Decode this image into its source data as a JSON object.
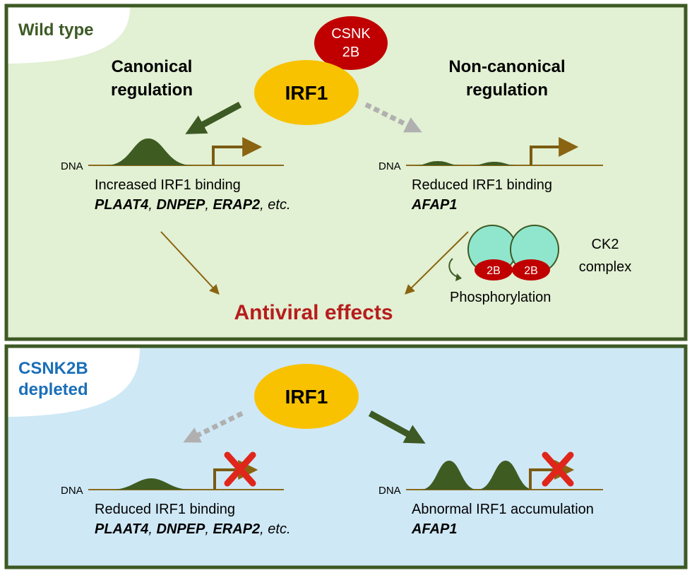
{
  "colors": {
    "frame": "#3d5a24",
    "wild_bg": "#e2f0d3",
    "depleted_bg": "#cfe8f6",
    "irf1_fill": "#f8c200",
    "csnk_fill": "#c00000",
    "peak_fill": "#3e5b22",
    "promoter": "#7a5b12",
    "dashed_arrow": "#b0b0b0",
    "ck2_body": "#8fe6cd",
    "red_text": "#b71c1c",
    "blue_text": "#1b6fb8",
    "cross": "#e0251b"
  },
  "wild": {
    "tag": "Wild type",
    "csnk_line1": "CSNK",
    "csnk_line2": "2B",
    "irf1": "IRF1",
    "canonical_line1": "Canonical",
    "canonical_line2": "regulation",
    "noncanonical_line1": "Non-canonical",
    "noncanonical_line2": "regulation",
    "dna": "DNA",
    "left_binding": "Increased IRF1 binding",
    "genes_left_1": "PLAAT4",
    "genes_sep": ", ",
    "genes_left_2": "DNPEP",
    "genes_left_3": "ERAP2",
    "genes_etc": ", etc.",
    "right_binding": "Reduced IRF1 binding",
    "gene_right": "AFAP1",
    "ck2_line1": "CK2",
    "ck2_line2": "complex",
    "subunit": "2B",
    "phosphorylation": "Phosphorylation",
    "antiviral": "Antiviral effects"
  },
  "depleted": {
    "tag_line1": "CSNK2B",
    "tag_line2": "depleted",
    "irf1": "IRF1",
    "dna": "DNA",
    "left_binding": "Reduced IRF1 binding",
    "genes_left_1": "PLAAT4",
    "genes_sep": ", ",
    "genes_left_2": "DNPEP",
    "genes_left_3": "ERAP2",
    "genes_etc": ", etc.",
    "right_binding": "Abnormal IRF1 accumulation",
    "gene_right": "AFAP1"
  }
}
